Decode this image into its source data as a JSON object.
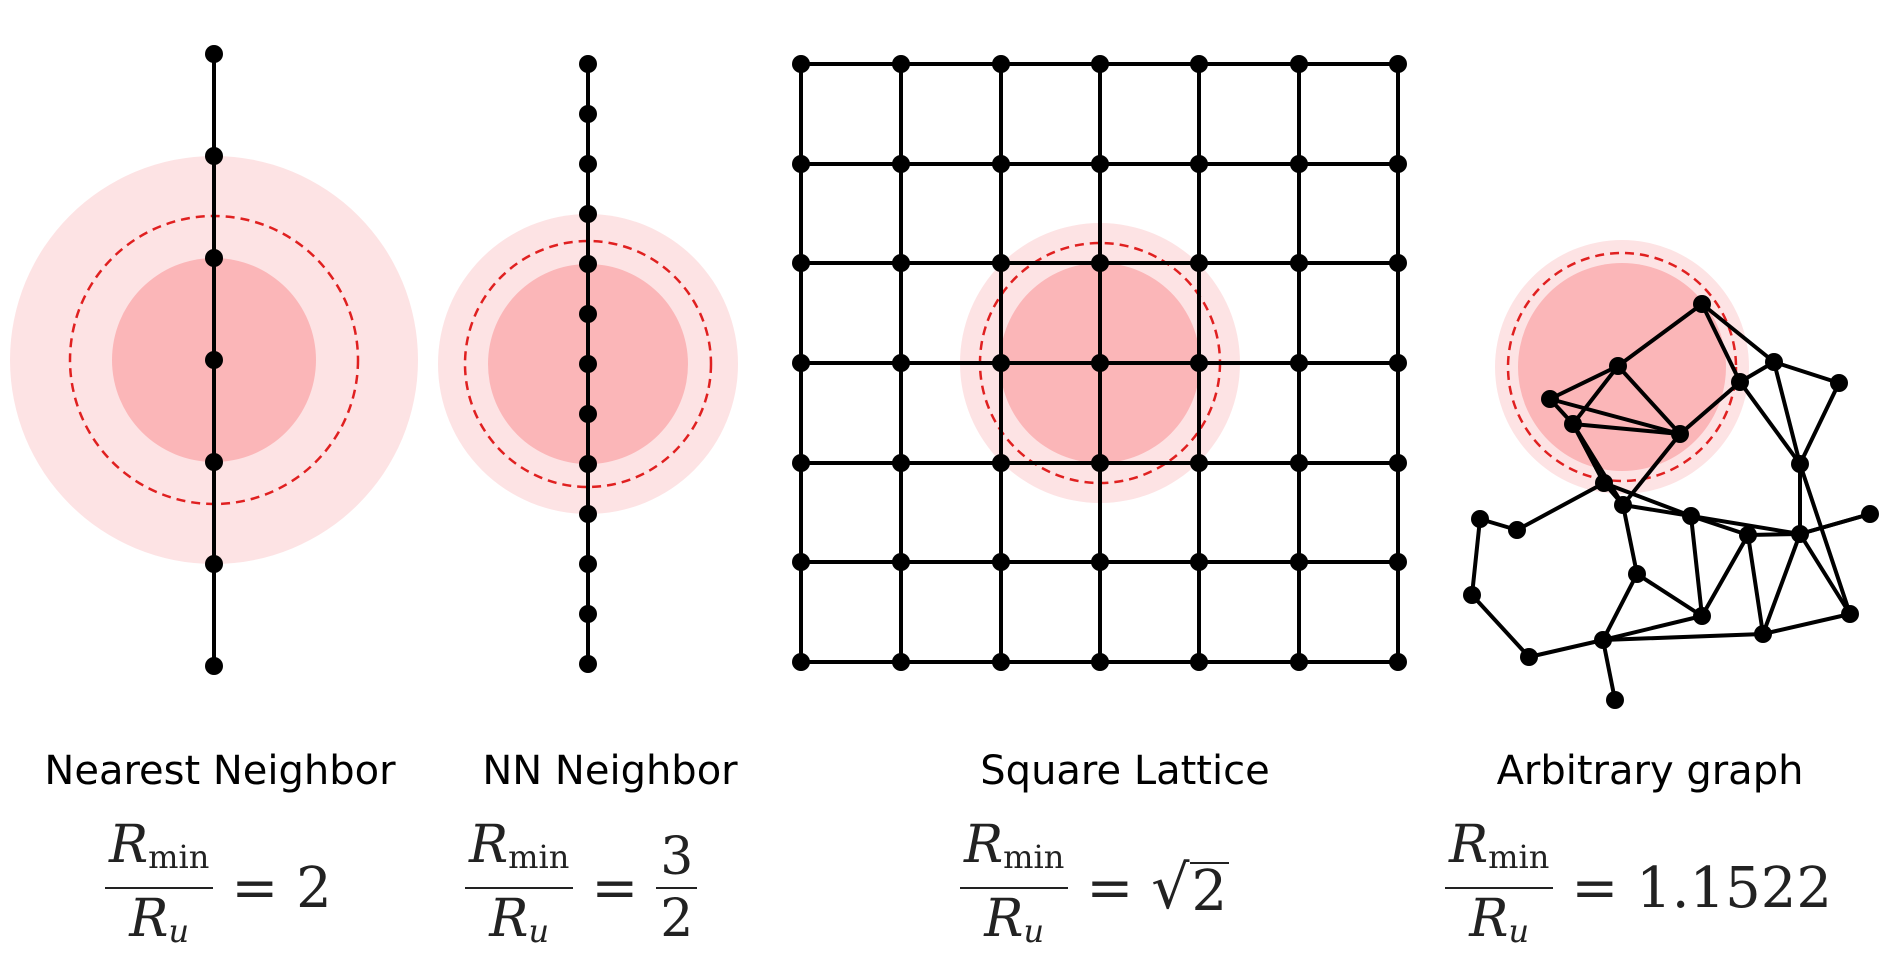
{
  "panels": [
    {
      "caption": "Nearest Neighbor",
      "lhs_num": "R",
      "lhs_num_sub": "min",
      "lhs_den": "R",
      "lhs_den_sub": "u",
      "rhs": "= 2"
    },
    {
      "caption": "NN Neighbor",
      "lhs_num": "R",
      "lhs_num_sub": "min",
      "lhs_den": "R",
      "lhs_den_sub": "u",
      "rhs_eq": "=",
      "rhs_num": "3",
      "rhs_den": "2"
    },
    {
      "caption": "Square Lattice",
      "lhs_num": "R",
      "lhs_num_sub": "min",
      "lhs_den": "R",
      "lhs_den_sub": "u",
      "rhs_eq": "=",
      "rhs_sqrt": "2"
    },
    {
      "caption": "Arbitrary graph",
      "lhs_num": "R",
      "lhs_num_sub": "min",
      "lhs_den": "R",
      "lhs_den_sub": "u",
      "rhs": "= 1.1522"
    }
  ],
  "colors": {
    "outer_disk": "#fde3e4",
    "inner_disk": "#fbb6b8",
    "dashed_circle": "#e02020",
    "node": "#000000",
    "edge": "#000000"
  }
}
